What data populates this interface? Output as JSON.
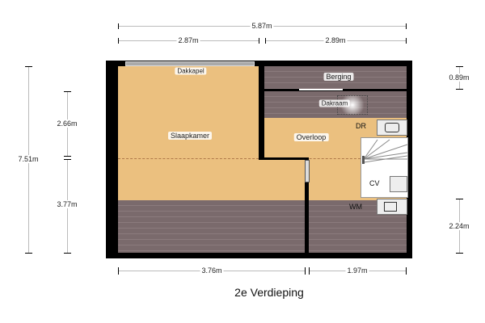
{
  "title": "2e Verdieping",
  "rooms": {
    "dakkapel": "Dakkapel",
    "berging": "Berging",
    "dakraam": "Dakraam",
    "slaapkamer": "Slaapkamer",
    "overloop": "Overloop"
  },
  "equipment": {
    "dr": "DR",
    "cv": "CV",
    "wm": "WM"
  },
  "dimensions": {
    "top_total": "5.87m",
    "top_left": "2.87m",
    "top_right": "2.89m",
    "left_total": "7.51m",
    "left_upper": "2.66m",
    "left_lower": "3.77m",
    "right_upper": "0.89m",
    "right_lower": "2.24m",
    "bottom_left": "3.76m",
    "bottom_right": "1.97m"
  },
  "colors": {
    "floor_orange": "#ebc07f",
    "floor_gray": "#7a6a6c",
    "wall": "#000000"
  }
}
